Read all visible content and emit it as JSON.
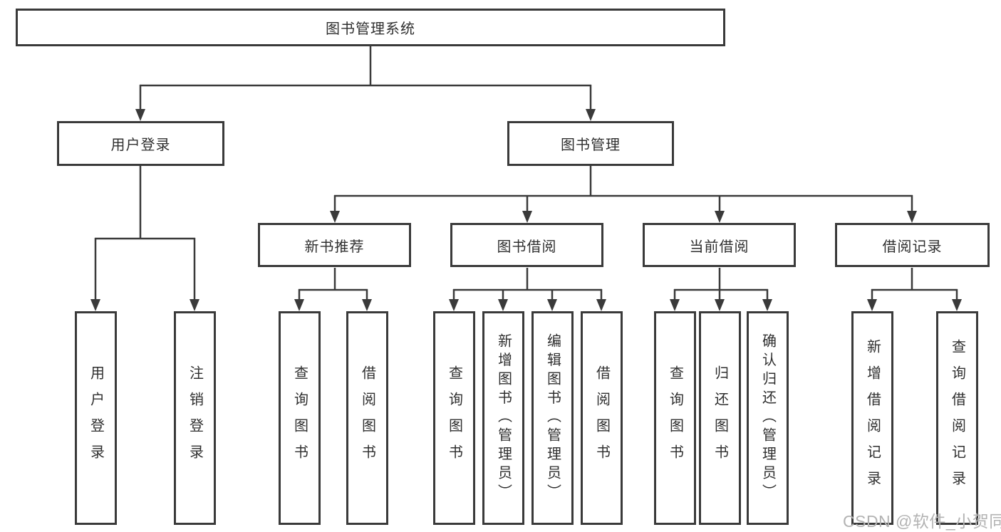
{
  "colors": {
    "line": "#3a3a3a",
    "box_border": "#3a3a3a",
    "text": "#2f2f2f",
    "background": "#ffffff",
    "watermark": "#b3b3b3"
  },
  "tree": {
    "label": "图书管理系统",
    "children": [
      {
        "label": "用户登录",
        "children": [
          {
            "label": "用户登录"
          },
          {
            "label": "注销登录"
          }
        ]
      },
      {
        "label": "图书管理",
        "children": [
          {
            "label": "新书推荐",
            "children": [
              {
                "label": "查询图书"
              },
              {
                "label": "借阅图书"
              }
            ]
          },
          {
            "label": "图书借阅",
            "children": [
              {
                "label": "查询图书"
              },
              {
                "label": "新增图书（管理员）"
              },
              {
                "label": "编辑图书（管理员）"
              },
              {
                "label": "借阅图书"
              }
            ]
          },
          {
            "label": "当前借阅",
            "children": [
              {
                "label": "查询图书"
              },
              {
                "label": "归还图书"
              },
              {
                "label": "确认归还（管理员）"
              }
            ]
          },
          {
            "label": "借阅记录",
            "children": [
              {
                "label": "新增借阅记录"
              },
              {
                "label": "查询借阅记录"
              }
            ]
          }
        ]
      }
    ]
  },
  "watermark": {
    "text": "CSDN @软件_小贺同学"
  }
}
